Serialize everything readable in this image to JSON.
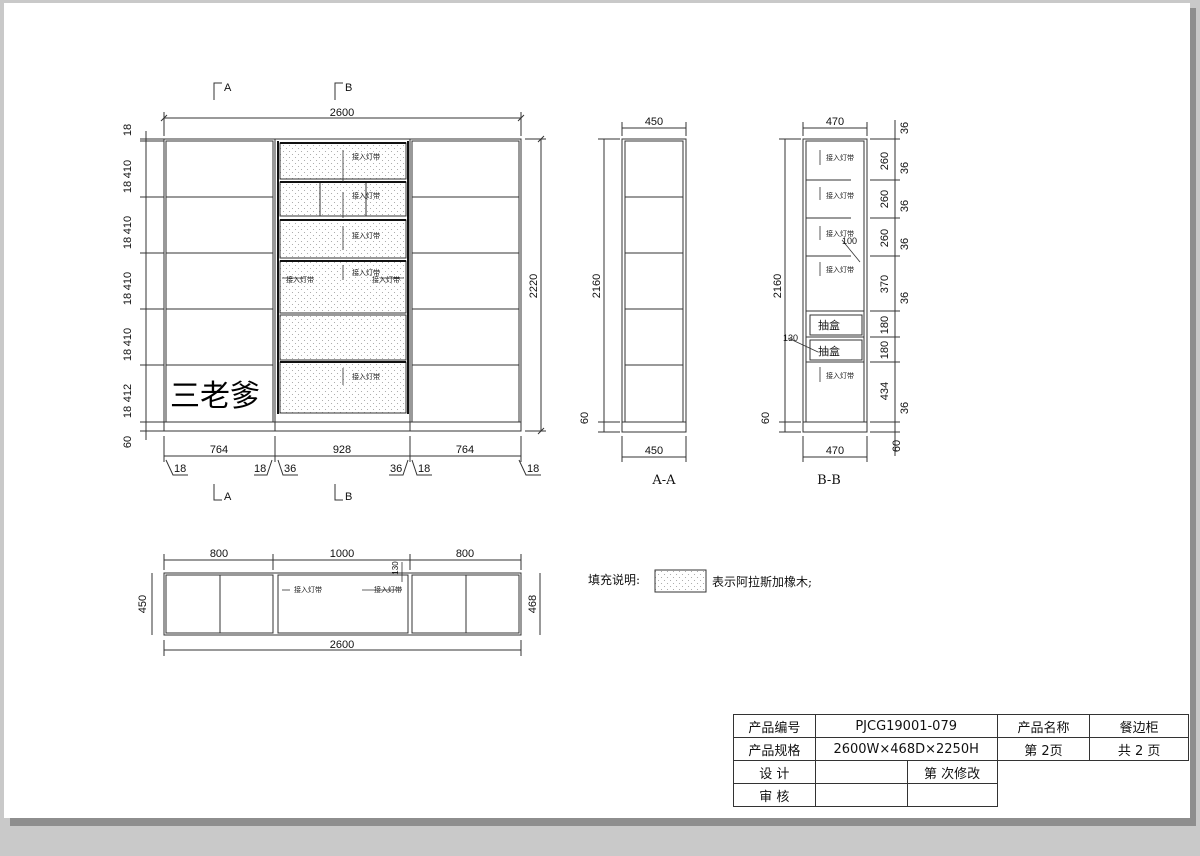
{
  "front_view": {
    "width_label": "2600",
    "height_label": "2220",
    "section_a": "A",
    "section_b": "B",
    "left_dims": [
      "18",
      "410",
      "18",
      "410",
      "18",
      "410",
      "18",
      "410",
      "18",
      "412",
      "18",
      "60"
    ],
    "bottom_widths": [
      "764",
      "928",
      "764"
    ],
    "bottom_thickness": [
      "18",
      "18",
      "36",
      "36",
      "18",
      "18"
    ],
    "lamp_label": "接入灯带",
    "watermark": "三老爹"
  },
  "section_aa": {
    "top": "450",
    "bottom": "450",
    "height": "2160",
    "base": "60",
    "caption": "A-A"
  },
  "section_bb": {
    "top": "470",
    "bottom": "470",
    "height": "2160",
    "base": "60",
    "right_dims": [
      "36",
      "260",
      "36",
      "260",
      "36",
      "260",
      "36",
      "370",
      "36",
      "180",
      "180",
      "434",
      "36",
      "60"
    ],
    "drawer_label": "抽盒",
    "dim_100": "100",
    "dim_130": "130",
    "caption": "B-B"
  },
  "top_view": {
    "widths": [
      "800",
      "1000",
      "800"
    ],
    "total": "2600",
    "depth_left": "450",
    "depth_right": "468",
    "dim_130": "130"
  },
  "legend": {
    "label": "填充说明:",
    "text": "表示阿拉斯加橡木;"
  },
  "title_block": {
    "product_no_label": "产品编号",
    "product_no": "PJCG19001-079",
    "product_name_label": "产品名称",
    "product_name": "餐边柜",
    "spec_label": "产品规格",
    "spec": "2600W×468D×2250H",
    "page": "第 2页",
    "pages_total": "共 2 页",
    "design_label": "设    计",
    "revision": "第   次修改",
    "review_label": "审    核"
  }
}
